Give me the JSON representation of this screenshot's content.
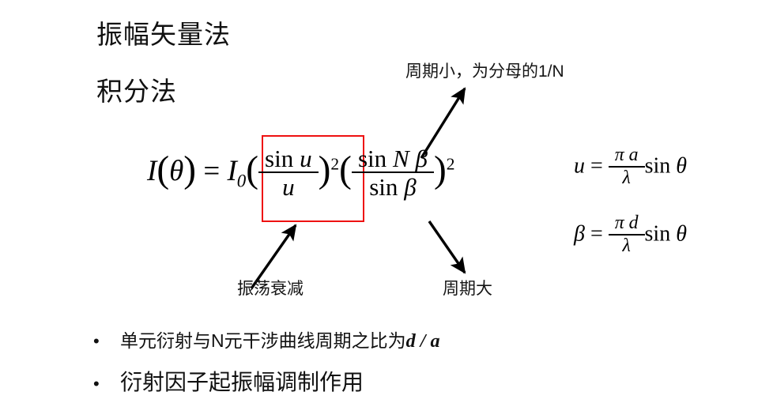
{
  "slide": {
    "background_color": "#ffffff",
    "text_color": "#111111",
    "highlight_color": "#ee1111"
  },
  "titles": {
    "line1": "振幅矢量法",
    "line2": "积分法"
  },
  "callouts": {
    "top": "周期小，为分母的1/N",
    "left": "振荡衰减",
    "right": "周期大"
  },
  "main_equation": {
    "lhs_fn": "I",
    "lhs_arg": "θ",
    "equals": "=",
    "amplitude": "I",
    "amplitude_sub": "0",
    "open_paren": "(",
    "close_paren": ")",
    "exponent": "2",
    "factor1": {
      "numerator_fn": "sin",
      "numerator_var": "u",
      "denominator": "u"
    },
    "factor2": {
      "numerator_fn": "sin",
      "numerator_var": "N β",
      "denominator_fn": "sin",
      "denominator_var": "β"
    }
  },
  "side_equations": [
    {
      "lhs": "u",
      "equals": "=",
      "numerator": "π a",
      "denominator": "λ",
      "trig": "sin",
      "angle": "θ"
    },
    {
      "lhs": "β",
      "equals": "=",
      "numerator": "π d",
      "denominator": "λ",
      "trig": "sin",
      "angle": "θ"
    }
  ],
  "bullets": [
    {
      "marker": "•",
      "text": "单元衍射与N元干涉曲线周期之比为",
      "math": "d / a"
    },
    {
      "marker": "•",
      "text": "衍射因子起振幅调制作用",
      "math": ""
    }
  ]
}
